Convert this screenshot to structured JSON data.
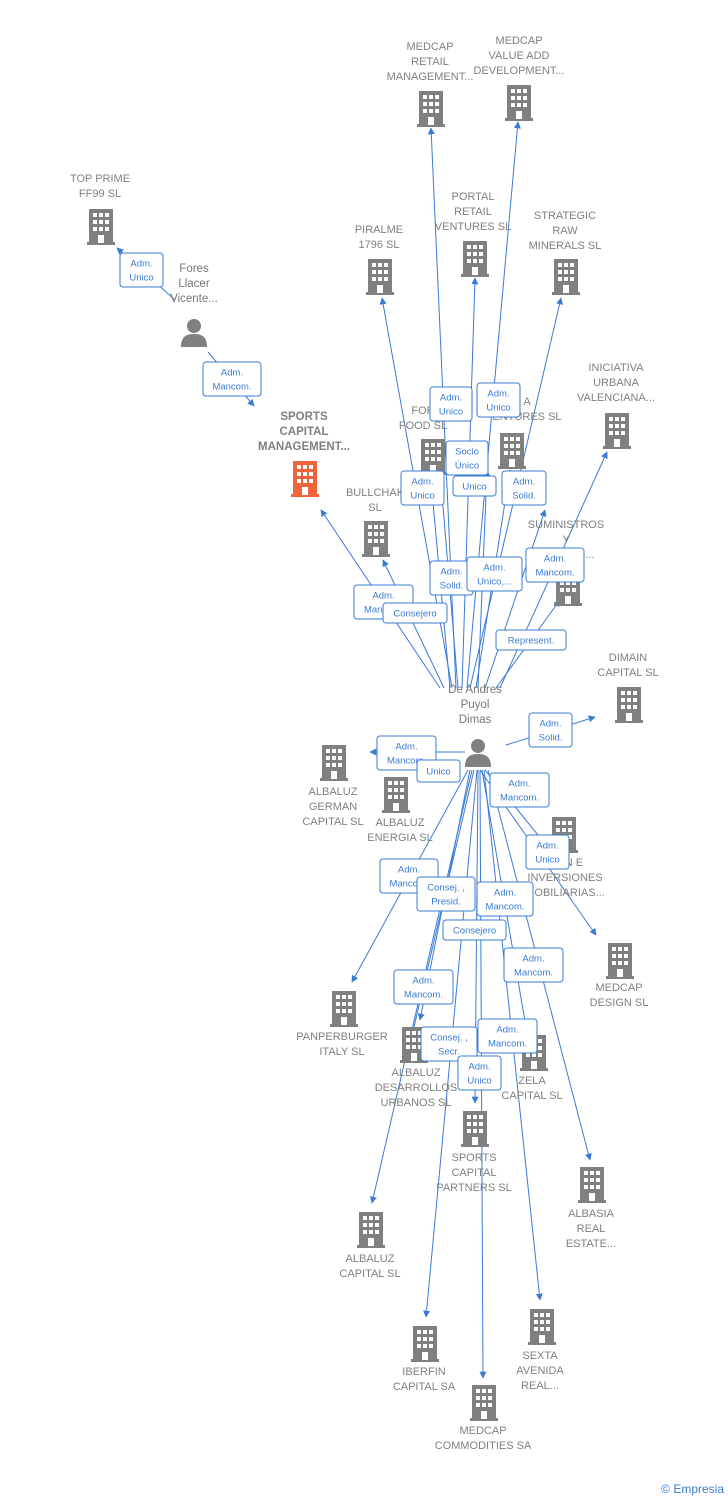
{
  "colors": {
    "edge": "#3a7bd5",
    "building": "#808080",
    "focus_building": "#f0643c",
    "person": "#808080",
    "label_text": "#808080"
  },
  "nodes": [
    {
      "id": "medcap_retail",
      "type": "company",
      "label": [
        "MEDCAP",
        "RETAIL",
        "MANAGEMENT..."
      ]
    },
    {
      "id": "medcap_vad",
      "type": "company",
      "label": [
        "MEDCAP",
        "VALUE ADD",
        "DEVELOPMENT..."
      ]
    },
    {
      "id": "top_prime",
      "type": "company",
      "label": [
        "TOP PRIME",
        "FF99  SL"
      ]
    },
    {
      "id": "portal_retail",
      "type": "company",
      "label": [
        "PORTAL",
        "RETAIL",
        "VENTURES  SL"
      ]
    },
    {
      "id": "strategic_raw",
      "type": "company",
      "label": [
        "STRATEGIC",
        "RAW",
        "MINERALS  SL"
      ]
    },
    {
      "id": "piralme",
      "type": "company",
      "label": [
        "PIRALME",
        "1796  SL"
      ]
    },
    {
      "id": "fores",
      "type": "person",
      "label": [
        "Fores",
        "Llacer",
        "Vicente..."
      ]
    },
    {
      "id": "iniciativa",
      "type": "company",
      "label": [
        "INICIATIVA",
        "URBANA",
        "VALENCIANA..."
      ]
    },
    {
      "id": "sports_mgmt",
      "type": "focus",
      "label": [
        "SPORTS",
        "CAPITAL",
        "MANAGEMENT..."
      ]
    },
    {
      "id": "food",
      "type": "company",
      "label": [
        "FOR",
        "FOOD  SL"
      ]
    },
    {
      "id": "ventures",
      "type": "company",
      "label": [
        "A",
        "ENTURES  SL"
      ]
    },
    {
      "id": "bullchak",
      "type": "company",
      "label": [
        "BULLCHAK",
        "SL"
      ]
    },
    {
      "id": "suministros",
      "type": "company",
      "label": [
        "SUMINISTROS",
        "Y",
        "A...ONES..."
      ]
    },
    {
      "id": "dimain",
      "type": "company",
      "label": [
        "DIMAIN",
        "CAPITAL  SL"
      ]
    },
    {
      "id": "de_andres",
      "type": "person",
      "label": [
        "De Andres",
        "Puyol",
        "Dimas"
      ]
    },
    {
      "id": "albaluz_german",
      "type": "company",
      "label": [
        "ALBALUZ",
        "GERMAN",
        "CAPITAL  SL"
      ]
    },
    {
      "id": "albaluz_energia",
      "type": "company",
      "label": [
        "ALBALUZ",
        "ENERGIA  SL"
      ]
    },
    {
      "id": "inversiones",
      "type": "company",
      "label": [
        "...ON E",
        "INVERSIONES",
        "...OBILIARIAS..."
      ]
    },
    {
      "id": "medcap_design",
      "type": "company",
      "label": [
        "MEDCAP",
        "DESIGN  SL"
      ]
    },
    {
      "id": "panperburger",
      "type": "company",
      "label": [
        "PANPERBURGER",
        "ITALY  SL"
      ]
    },
    {
      "id": "albaluz_desarrollos",
      "type": "company",
      "label": [
        "ALBALUZ",
        "DESARROLLOS",
        "URBANOS SL"
      ]
    },
    {
      "id": "zela",
      "type": "company",
      "label": [
        "ZELA",
        "CAPITAL SL"
      ]
    },
    {
      "id": "sports_partners",
      "type": "company",
      "label": [
        "SPORTS",
        "CAPITAL",
        "PARTNERS  SL"
      ]
    },
    {
      "id": "albasia",
      "type": "company",
      "label": [
        "ALBASIA",
        "REAL",
        "ESTATE..."
      ]
    },
    {
      "id": "albaluz_capital",
      "type": "company",
      "label": [
        "ALBALUZ",
        "CAPITAL  SL"
      ]
    },
    {
      "id": "sexta_avenida",
      "type": "company",
      "label": [
        "SEXTA",
        "AVENIDA",
        "REAL..."
      ]
    },
    {
      "id": "iberfin",
      "type": "company",
      "label": [
        "IBERFIN",
        "CAPITAL SA"
      ]
    },
    {
      "id": "medcap_commodities",
      "type": "company",
      "label": [
        "MEDCAP",
        "COMMODITIES SA"
      ]
    }
  ],
  "edge_labels": [
    {
      "id": "e_fores_topprime",
      "text": [
        "Adm.",
        "Unico"
      ]
    },
    {
      "id": "e_fores_sports",
      "text": [
        "Adm.",
        "Mancom."
      ]
    },
    {
      "id": "e_food_unico",
      "text": [
        "Adm.",
        "Unico"
      ]
    },
    {
      "id": "e_ventures_unico",
      "text": [
        "Adm.",
        "Unico"
      ]
    },
    {
      "id": "e_socio_unico",
      "text": [
        "Socio",
        "Único"
      ]
    },
    {
      "id": "e_unico_plain",
      "text": [
        "Unico"
      ]
    },
    {
      "id": "e_adm_unico_left",
      "text": [
        "Adm.",
        "Unico"
      ]
    },
    {
      "id": "e_adm_solid_right",
      "text": [
        "Adm.",
        "Solid."
      ]
    },
    {
      "id": "e_adm_solid_mid",
      "text": [
        "Adm.",
        "Solid."
      ]
    },
    {
      "id": "e_adm_unico_mid",
      "text": [
        "Adm.",
        "Unico,..."
      ]
    },
    {
      "id": "e_adm_mancom_sumin",
      "text": [
        "Adm.",
        "Mancom."
      ]
    },
    {
      "id": "e_adm_mancom_sports",
      "text": [
        "Adm.",
        "Mancom."
      ]
    },
    {
      "id": "e_consejero_top",
      "text": [
        "Consejero"
      ]
    },
    {
      "id": "e_represent",
      "text": [
        "Represent."
      ]
    },
    {
      "id": "e_adm_solid_dimain",
      "text": [
        "Adm.",
        "Solid."
      ]
    },
    {
      "id": "e_adm_mancom_german",
      "text": [
        "Adm.",
        "Mancom."
      ]
    },
    {
      "id": "e_unico_energia",
      "text": [
        "Unico"
      ]
    },
    {
      "id": "e_adm_mancom_inv",
      "text": [
        "Adm.",
        "Mancom."
      ]
    },
    {
      "id": "e_adm_unico_design",
      "text": [
        "Adm.",
        "Unico"
      ]
    },
    {
      "id": "e_adm_mancom_panper",
      "text": [
        "Adm.",
        "Mancom."
      ]
    },
    {
      "id": "e_consej_presid",
      "text": [
        "Consej. ,",
        "Presid."
      ]
    },
    {
      "id": "e_adm_mancom_mid",
      "text": [
        "Adm.",
        "Mancom."
      ]
    },
    {
      "id": "e_consejero_low",
      "text": [
        "Consejero"
      ]
    },
    {
      "id": "e_adm_mancom_albasia",
      "text": [
        "Adm.",
        "Mancom."
      ]
    },
    {
      "id": "e_adm_mancom_albcap",
      "text": [
        "Adm.",
        "Mancom."
      ]
    },
    {
      "id": "e_consej_secr",
      "text": [
        "Consej. ,",
        "Secr."
      ]
    },
    {
      "id": "e_adm_mancom_zela",
      "text": [
        "Adm.",
        "Mancom."
      ]
    },
    {
      "id": "e_adm_unico_partners",
      "text": [
        "Adm.",
        "Unico"
      ]
    }
  ],
  "watermark": "© Empresia"
}
